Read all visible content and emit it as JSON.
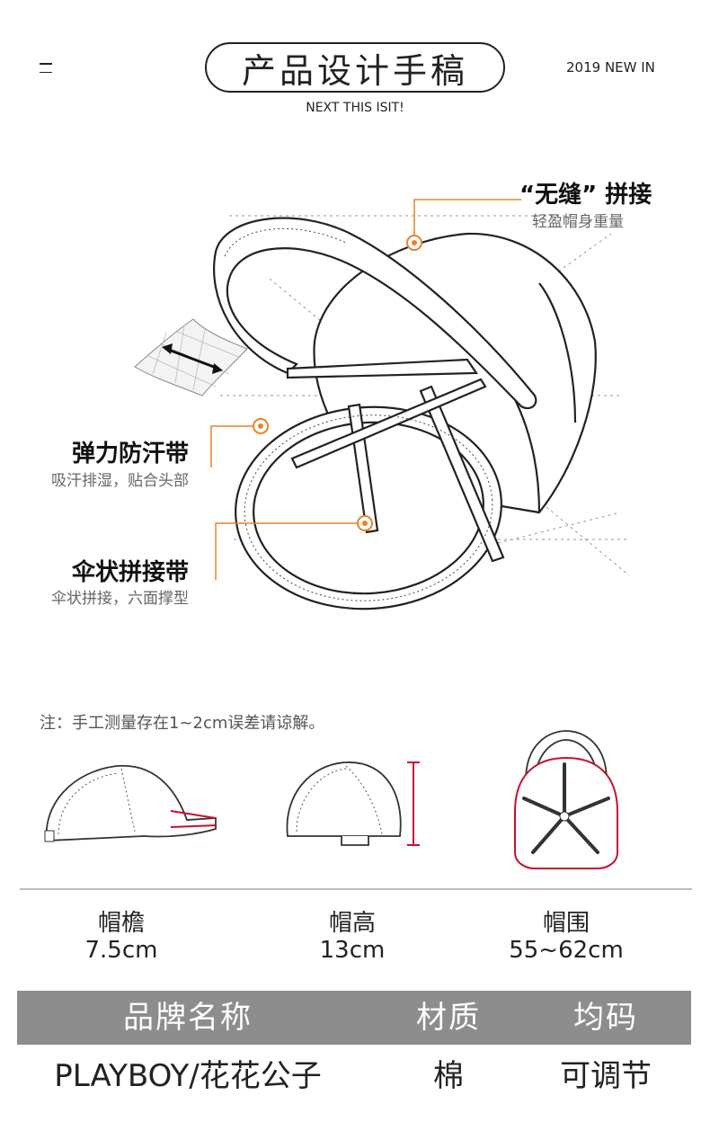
{
  "header": {
    "title": "产品设计手稿",
    "year_tag": "2019 NEW IN",
    "subtitle": "NEXT THIS ISIT!"
  },
  "callouts": [
    {
      "title": "“无缝” 拼接",
      "subtitle": "轻盈帽身重量"
    },
    {
      "title": "弹力防汗带",
      "subtitle": "吸汗排湿，贴合头部"
    },
    {
      "title": "伞状拼接带",
      "subtitle": "伞状拼接，六面撑型"
    }
  ],
  "note": "注：手工测量存在1~2cm误差请谅解。",
  "dimensions": [
    {
      "label": "帽檐",
      "value": "7.5cm"
    },
    {
      "label": "帽高",
      "value": "13cm"
    },
    {
      "label": "帽围",
      "value": "55~62cm"
    }
  ],
  "spec_table": {
    "headers": [
      "品牌名称",
      "材质",
      "均码"
    ],
    "values": [
      "PLAYBOY/花花公子",
      "棉",
      "可调节"
    ]
  },
  "colors": {
    "accent_orange": "#e8822a",
    "measure_red": "#c8102e",
    "table_header": "#8d8d8d"
  }
}
